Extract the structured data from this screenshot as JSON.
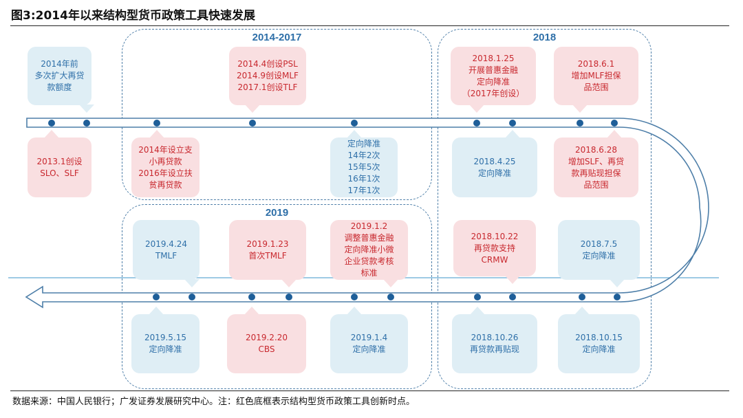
{
  "title": "图3:2014年以来结构型货币政策工具快速发展",
  "groups": [
    "2014-2017",
    "2018",
    "2019"
  ],
  "colors": {
    "red_bg": "#f9dfe1",
    "red_text": "#c8282e",
    "blue_bg": "#dfeef5",
    "blue_text": "#2e6fa8",
    "track": "#4d7ea8"
  },
  "boxes": [
    {
      "type": "blue",
      "lines": [
        "2014年前",
        "多次扩大再贷",
        "款额度"
      ]
    },
    {
      "type": "red",
      "lines": [
        "2014.4创设PSL",
        "2014.9创设MLF",
        "2017.1创设TLF"
      ]
    },
    {
      "type": "red",
      "lines": [
        "2018.1.25",
        "开展普惠金融",
        "定向降准",
        "（2017年创设）"
      ]
    },
    {
      "type": "red",
      "lines": [
        "2018.6.1",
        "增加MLF担保",
        "品范围"
      ]
    },
    {
      "type": "red",
      "lines": [
        "2013.1创设",
        "SLO、SLF"
      ]
    },
    {
      "type": "red",
      "lines": [
        "2014年设立支",
        "小再贷款",
        "2016年设立扶",
        "贫再贷款"
      ]
    },
    {
      "type": "blue",
      "lines": [
        "定向降准",
        "14年2次",
        "15年5次",
        "16年1次",
        "17年1次"
      ]
    },
    {
      "type": "blue",
      "lines": [
        "2018.4.25",
        "定向降准"
      ]
    },
    {
      "type": "red",
      "lines": [
        "2018.6.28",
        "增加SLF、再贷",
        "款再贴现担保",
        "品范围"
      ]
    },
    {
      "type": "blue",
      "lines": [
        "2019.4.24",
        "TMLF"
      ]
    },
    {
      "type": "red",
      "lines": [
        "2019.1.23",
        "首次TMLF"
      ]
    },
    {
      "type": "red",
      "lines": [
        "2019.1.2",
        "调整普惠金融",
        "定向降准小微",
        "企业贷款考核",
        "标准"
      ]
    },
    {
      "type": "red",
      "lines": [
        "2018.10.22",
        "再贷款支持",
        "CRMW"
      ]
    },
    {
      "type": "blue",
      "lines": [
        "2018.7.5",
        "定向降准"
      ]
    },
    {
      "type": "blue",
      "lines": [
        "2019.5.15",
        "定向降准"
      ]
    },
    {
      "type": "red",
      "lines": [
        "2019.2.20",
        "CBS"
      ]
    },
    {
      "type": "blue",
      "lines": [
        "2019.1.4",
        "定向降准"
      ]
    },
    {
      "type": "blue",
      "lines": [
        "2018.10.26",
        "再贷款再贴现"
      ]
    },
    {
      "type": "blue",
      "lines": [
        "2018.10.15",
        "定向降准"
      ]
    }
  ],
  "footer": "数据来源：中国人民银行；广发证券发展研究中心。注：红色底框表示结构型货币政策工具创新时点。"
}
